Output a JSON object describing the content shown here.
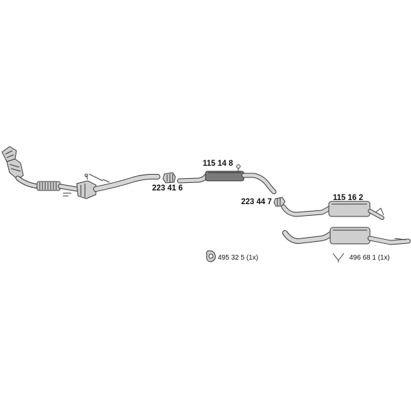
{
  "parts": {
    "intermediate_pipe": {
      "number": "223 41 6"
    },
    "front_silencer": {
      "number": "115 14 8"
    },
    "rear_connector": {
      "number": "223 44 7"
    },
    "rear_silencer": {
      "number": "115 16 2"
    }
  },
  "accessories": {
    "rubber_mount": {
      "icon": "rubber-mount-icon",
      "label": "495 32 5 (1x)"
    },
    "clamp": {
      "icon": "v-clamp-icon",
      "label": "496 68 1 (1x)"
    }
  },
  "colors": {
    "line": "#333333",
    "part_fill": "#cfcfcf",
    "part_dark": "#7a7a7a",
    "text": "#111111"
  }
}
